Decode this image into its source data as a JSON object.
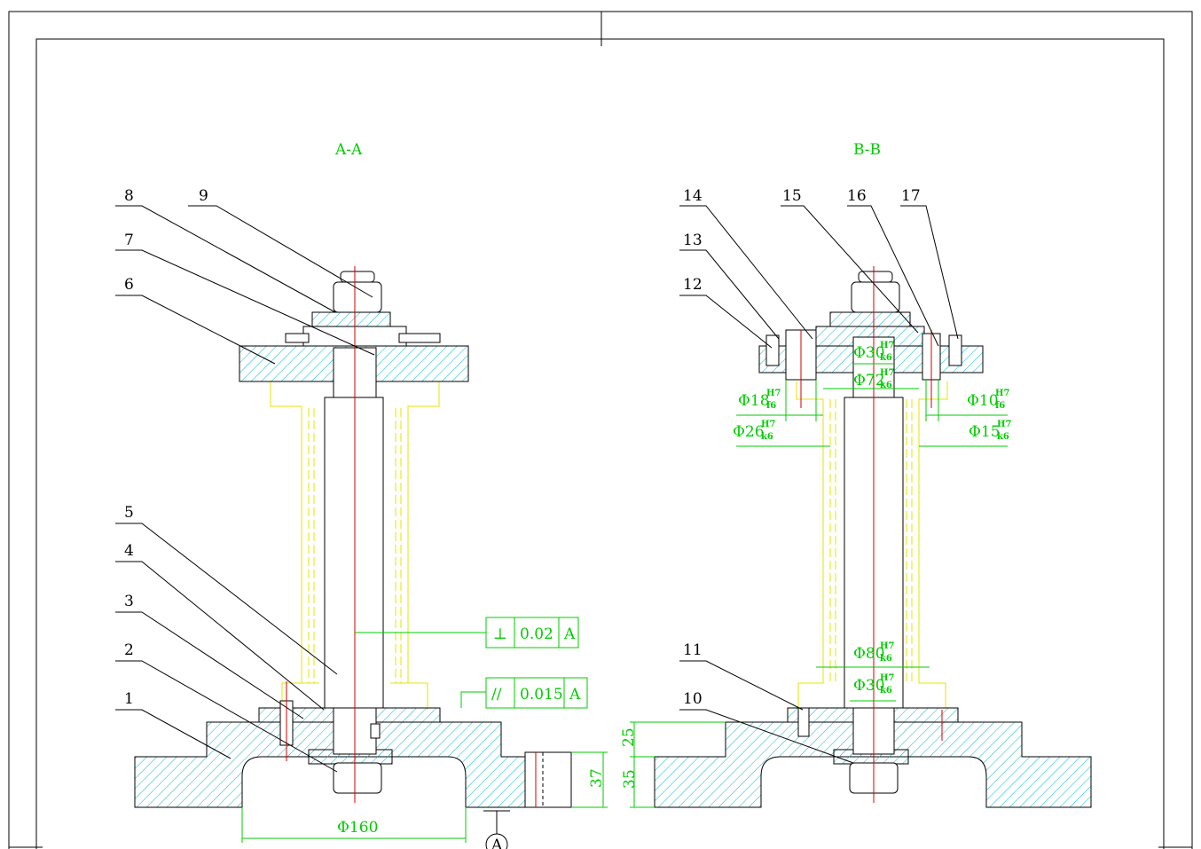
{
  "views": {
    "a": {
      "title": "A-A"
    },
    "b": {
      "title": "B-B"
    }
  },
  "part_numbers": [
    "1",
    "2",
    "3",
    "4",
    "5",
    "6",
    "7",
    "8",
    "9",
    "10",
    "11",
    "12",
    "13",
    "14",
    "15",
    "16",
    "17"
  ],
  "dimensions": {
    "phi160": "Φ160",
    "h37": "37",
    "h25": "25",
    "h35": "35",
    "fit_phi30_top": "Φ30",
    "fit_phi72": "Φ72",
    "fit_phi18": "Φ18",
    "fit_phi26": "Φ26",
    "fit_phi10": "Φ10",
    "fit_phi15": "Φ15",
    "fit_phi80": "Φ80",
    "fit_phi30_bottom": "Φ30",
    "tol_H7": "H7",
    "tol_k6": "k6",
    "tol_f6": "f6"
  },
  "tolerances": {
    "perpendicularity": {
      "symbol": "⊥",
      "value": "0.02",
      "datum": "A"
    },
    "parallelism": {
      "symbol": "//",
      "value": "0.015",
      "datum": "A"
    }
  },
  "datum": {
    "label": "A"
  },
  "colors": {
    "line": "#000000",
    "dim": "#00cc00",
    "hatch": "#00bcd4",
    "center": "#d00000",
    "hidden": "#e6e600"
  }
}
